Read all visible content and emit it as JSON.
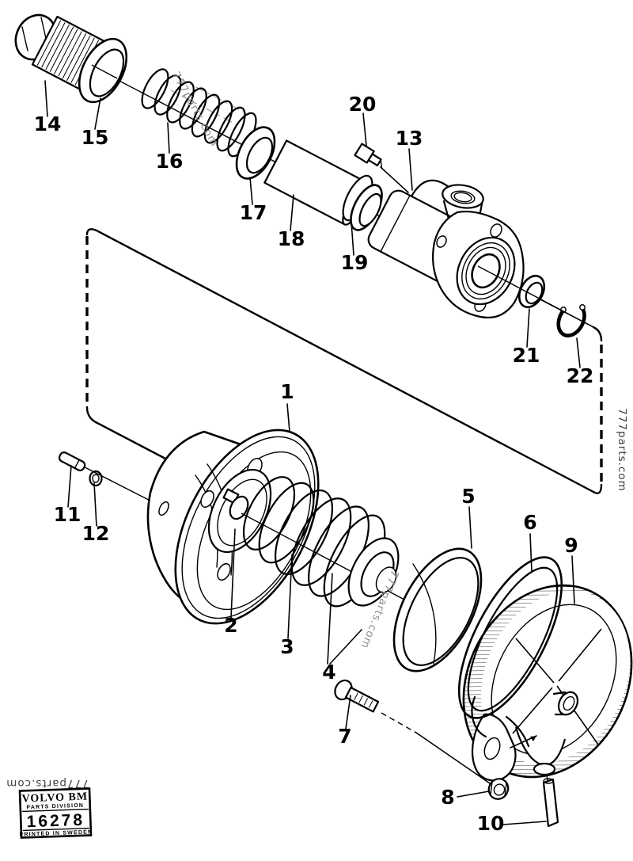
{
  "watermark": {
    "text": "777parts.com"
  },
  "logo_box": {
    "brand": "VOLVO BM",
    "division": "PARTS DIVISION",
    "figure_number": "16278",
    "footer": "PRINTED IN SWEDEN"
  },
  "part_labels": {
    "p1": "1",
    "p2": "2",
    "p3": "3",
    "p4": "4",
    "p5": "5",
    "p6": "6",
    "p7": "7",
    "p8": "8",
    "p9": "9",
    "p10": "10",
    "p11": "11",
    "p12": "12",
    "p13": "13",
    "p14": "14",
    "p15": "15",
    "p16": "16",
    "p17": "17",
    "p18": "18",
    "p19": "19",
    "p20": "20",
    "p21": "21",
    "p22": "22"
  },
  "colors": {
    "ink": "#000000",
    "paper": "#ffffff",
    "watermark_light": "#8f8f8f",
    "watermark_dark": "#3f3f3f"
  }
}
